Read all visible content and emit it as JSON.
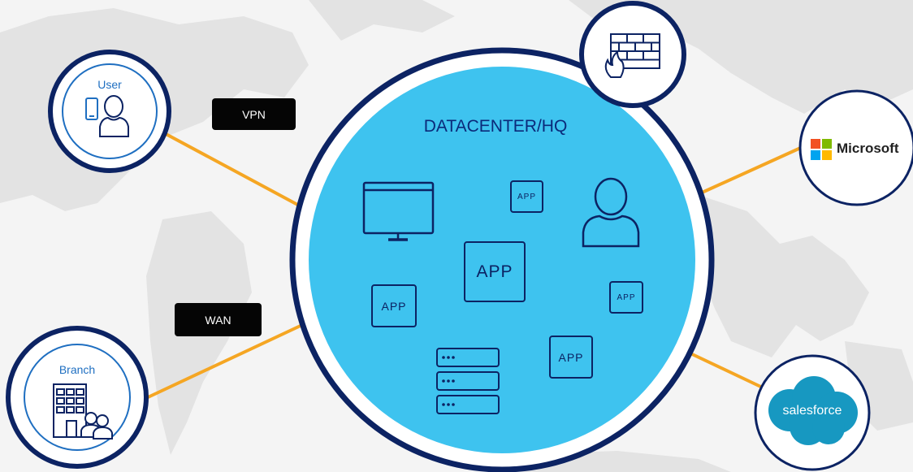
{
  "colors": {
    "background": "#f4f4f4",
    "map": "#e3e3e3",
    "connector": "#f5a623",
    "datacenter_fill": "#3ec3ef",
    "ring": "#0c2363",
    "node_blue": "#1f6fc1",
    "tag_bg": "#050505"
  },
  "datacenter": {
    "title": "DATACENTER/HQ"
  },
  "tags": {
    "vpn": "VPN",
    "wan": "WAN"
  },
  "nodes": {
    "user": {
      "label": "User",
      "icons": [
        "phone-icon",
        "person-icon"
      ]
    },
    "branch": {
      "label": "Branch",
      "icons": [
        "building-icon",
        "people-icon"
      ]
    },
    "firewall": {
      "icon": "firewall-icon"
    },
    "microsoft": {
      "label": "Microsoft",
      "icon": "microsoft-logo"
    },
    "salesforce": {
      "label": "salesforce",
      "icon": "salesforce-cloud-logo"
    }
  },
  "apps": {
    "label": "APP"
  }
}
